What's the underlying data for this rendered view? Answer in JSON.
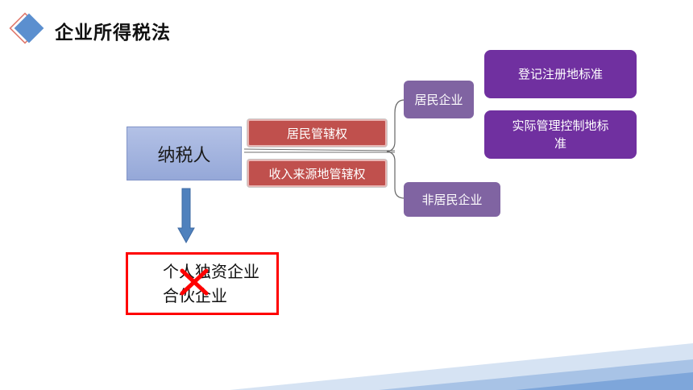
{
  "header": {
    "title": "企业所得税法",
    "logo_icon": "diamond-logo-icon"
  },
  "diagram": {
    "taxpayer": "纳税人",
    "jurisdictions": [
      "居民管辖权",
      "收入来源地管辖权"
    ],
    "enterprise_types": [
      "居民企业",
      "非居民企业"
    ],
    "criteria": [
      "登记注册地标准",
      "实际管理控制地标准"
    ],
    "excluded": {
      "lines": [
        "个人独资企业",
        "合伙企业"
      ],
      "mark_icon": "red-x-icon"
    }
  },
  "colors": {
    "taxpayer_fill": "#9fb1de",
    "jurisdiction_fill": "#c0504d",
    "enterprise_fill": "#8064a2",
    "criteria_fill": "#7030a0",
    "exclusion_border": "#ff0000",
    "arrow_fill": "#4f81bd"
  }
}
